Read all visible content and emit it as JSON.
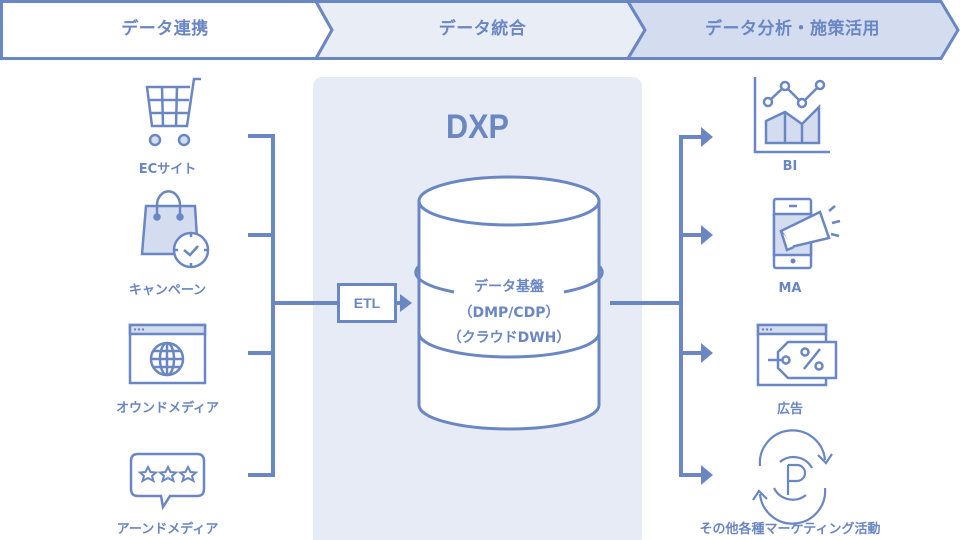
{
  "colors": {
    "accent": "#6a87c3",
    "panel_bg": "#e6ebf5",
    "step2_bg": "#e9edf6",
    "step3_bg": "#d3ddef",
    "icon_fill": "#d3ddef",
    "white": "#ffffff"
  },
  "header": {
    "steps": [
      {
        "label": "データ連携"
      },
      {
        "label": "データ統合"
      },
      {
        "label": "データ分析・施策活用"
      }
    ]
  },
  "sources": [
    {
      "label": "ECサイト",
      "icon": "shopping-cart-icon"
    },
    {
      "label": "キャンペーン",
      "icon": "shopping-bag-clock-icon"
    },
    {
      "label": "オウンドメディア",
      "icon": "browser-globe-icon"
    },
    {
      "label": "アーンドメディア",
      "icon": "speech-bubble-stars-icon"
    }
  ],
  "platform": {
    "title": "DXP",
    "etl_label": "ETL",
    "database": {
      "line1": "データ基盤",
      "line2": "（DMP/CDP）",
      "line3": "（クラウドDWH）"
    }
  },
  "outputs": [
    {
      "label": "BI",
      "icon": "bar-line-chart-icon"
    },
    {
      "label": "MA",
      "icon": "smartphone-megaphone-icon"
    },
    {
      "label": "広告",
      "icon": "browser-price-tag-icon"
    },
    {
      "label": "その他各種マーケティング活動",
      "icon": "point-cycle-icon"
    }
  ]
}
